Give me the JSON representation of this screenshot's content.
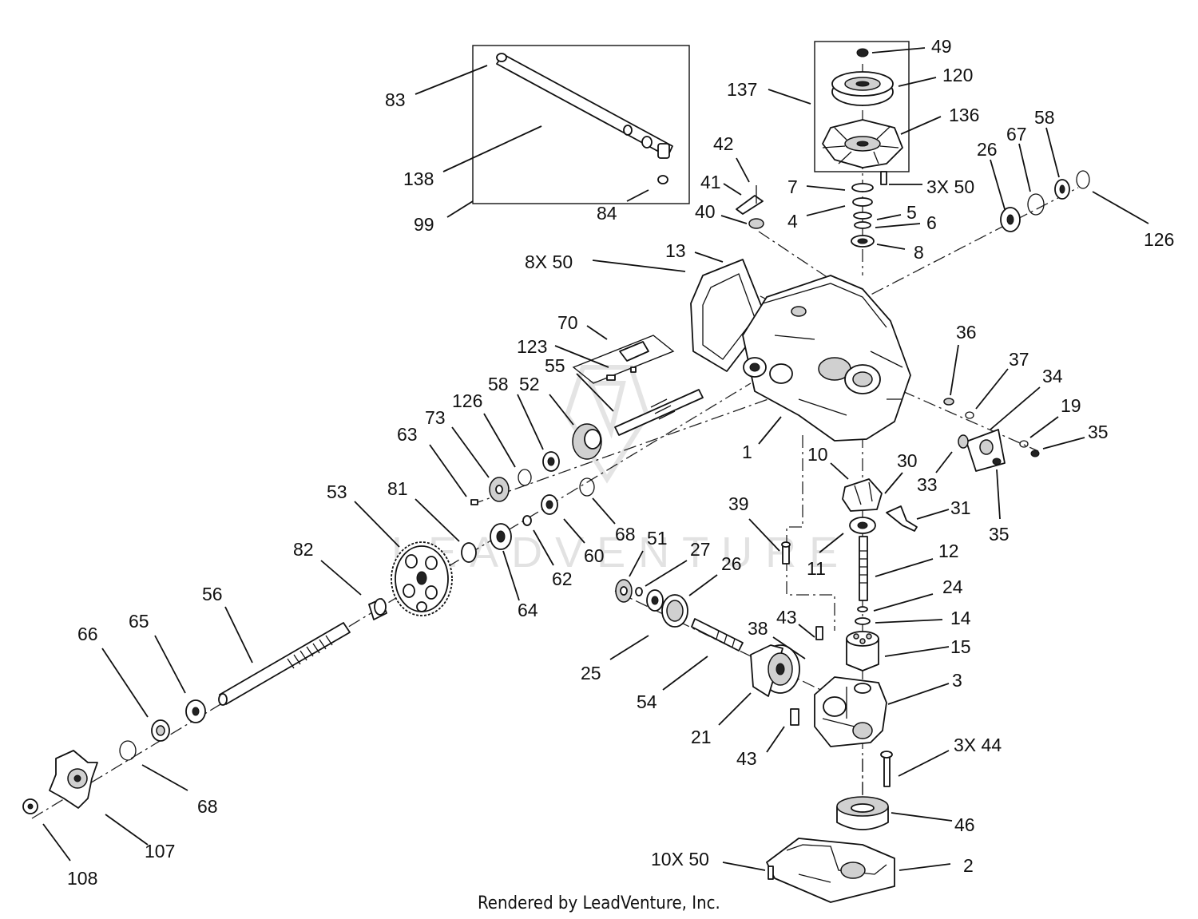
{
  "footer_credit": "Rendered by LeadVenture, Inc.",
  "watermark": "LEADVENTURE",
  "callouts": [
    {
      "id": "49",
      "text": "49"
    },
    {
      "id": "120",
      "text": "120"
    },
    {
      "id": "137",
      "text": "137"
    },
    {
      "id": "136",
      "text": "136"
    },
    {
      "id": "3x50",
      "text": "3X 50"
    },
    {
      "id": "7",
      "text": "7"
    },
    {
      "id": "4",
      "text": "4"
    },
    {
      "id": "5",
      "text": "5"
    },
    {
      "id": "6",
      "text": "6"
    },
    {
      "id": "8",
      "text": "8"
    },
    {
      "id": "42",
      "text": "42"
    },
    {
      "id": "41",
      "text": "41"
    },
    {
      "id": "40",
      "text": "40"
    },
    {
      "id": "83",
      "text": "83"
    },
    {
      "id": "138",
      "text": "138"
    },
    {
      "id": "99",
      "text": "99"
    },
    {
      "id": "84",
      "text": "84"
    },
    {
      "id": "26-top",
      "text": "26"
    },
    {
      "id": "67",
      "text": "67"
    },
    {
      "id": "58-top",
      "text": "58"
    },
    {
      "id": "126-right",
      "text": "126"
    },
    {
      "id": "8x50",
      "text": "8X 50"
    },
    {
      "id": "13",
      "text": "13"
    },
    {
      "id": "70",
      "text": "70"
    },
    {
      "id": "123",
      "text": "123"
    },
    {
      "id": "55",
      "text": "55"
    },
    {
      "id": "52",
      "text": "52"
    },
    {
      "id": "58-mid",
      "text": "58"
    },
    {
      "id": "126-mid",
      "text": "126"
    },
    {
      "id": "73",
      "text": "73"
    },
    {
      "id": "63",
      "text": "63"
    },
    {
      "id": "36",
      "text": "36"
    },
    {
      "id": "37",
      "text": "37"
    },
    {
      "id": "34",
      "text": "34"
    },
    {
      "id": "19",
      "text": "19"
    },
    {
      "id": "35-right",
      "text": "35"
    },
    {
      "id": "33",
      "text": "33"
    },
    {
      "id": "35-low",
      "text": "35"
    },
    {
      "id": "1",
      "text": "1"
    },
    {
      "id": "10",
      "text": "10"
    },
    {
      "id": "30",
      "text": "30"
    },
    {
      "id": "31",
      "text": "31"
    },
    {
      "id": "53",
      "text": "53"
    },
    {
      "id": "81",
      "text": "81"
    },
    {
      "id": "68-mid",
      "text": "68"
    },
    {
      "id": "60",
      "text": "60"
    },
    {
      "id": "62",
      "text": "62"
    },
    {
      "id": "64",
      "text": "64"
    },
    {
      "id": "51",
      "text": "51"
    },
    {
      "id": "27",
      "text": "27"
    },
    {
      "id": "26-mid",
      "text": "26"
    },
    {
      "id": "39",
      "text": "39"
    },
    {
      "id": "11",
      "text": "11"
    },
    {
      "id": "12",
      "text": "12"
    },
    {
      "id": "24",
      "text": "24"
    },
    {
      "id": "14",
      "text": "14"
    },
    {
      "id": "15",
      "text": "15"
    },
    {
      "id": "82",
      "text": "82"
    },
    {
      "id": "56",
      "text": "56"
    },
    {
      "id": "65",
      "text": "65"
    },
    {
      "id": "66",
      "text": "66"
    },
    {
      "id": "25",
      "text": "25"
    },
    {
      "id": "54",
      "text": "54"
    },
    {
      "id": "43-top",
      "text": "43"
    },
    {
      "id": "38",
      "text": "38"
    },
    {
      "id": "3",
      "text": "3"
    },
    {
      "id": "21",
      "text": "21"
    },
    {
      "id": "43-low",
      "text": "43"
    },
    {
      "id": "3x44",
      "text": "3X 44"
    },
    {
      "id": "46",
      "text": "46"
    },
    {
      "id": "68-low",
      "text": "68"
    },
    {
      "id": "107",
      "text": "107"
    },
    {
      "id": "108",
      "text": "108"
    },
    {
      "id": "10x50",
      "text": "10X 50"
    },
    {
      "id": "2",
      "text": "2"
    }
  ]
}
